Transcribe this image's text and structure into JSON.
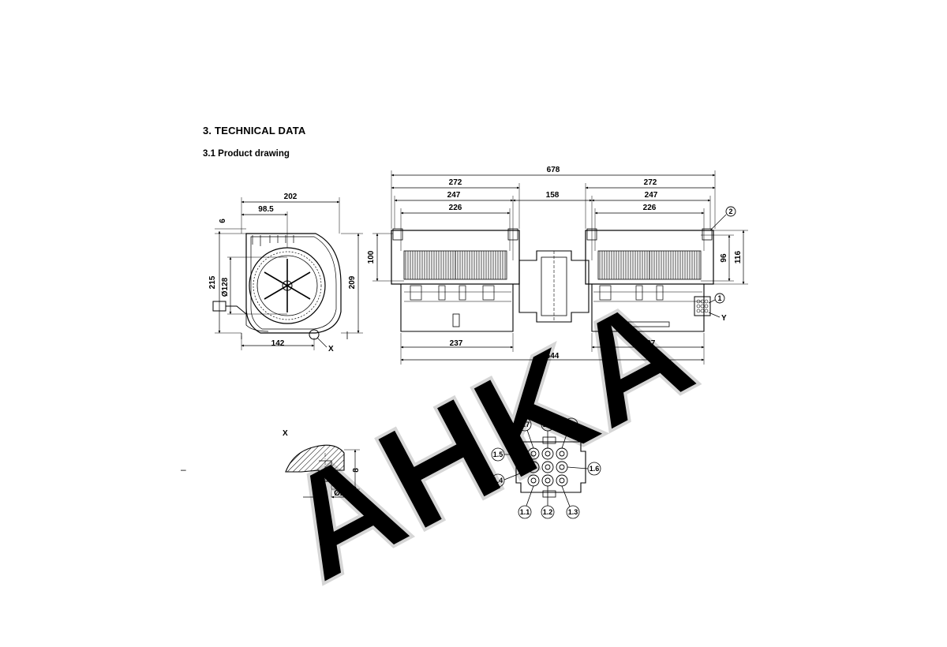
{
  "heading": "3. TECHNICAL DATA",
  "subheading": "3.1 Product drawing",
  "watermark": "AHKA",
  "colors": {
    "line": "#000000",
    "watermark": "#d9d9d9",
    "background": "#ffffff"
  },
  "side_view": {
    "dims": {
      "width_total": "202",
      "offset": "98.5",
      "top_gap": "6",
      "height_left": "215",
      "diameter": "Ø128",
      "height_right": "209",
      "bottom_width": "142"
    },
    "detail_marker": "X"
  },
  "front_view": {
    "dims": {
      "overall": "678",
      "left_outer": "272",
      "right_outer": "272",
      "left_mid": "247",
      "right_mid": "247",
      "center": "158",
      "left_inner": "226",
      "right_inner": "226",
      "left_height": "100",
      "right_height_inner": "96",
      "right_height_outer": "116",
      "bottom_left": "237",
      "bottom_right": "237",
      "bottom_total": "644"
    },
    "callout_1": "1",
    "callout_2": "2",
    "detail_marker": "Y"
  },
  "detail_x": {
    "label": "X",
    "height": "8",
    "diameter": "Ø2.3",
    "dash": "–"
  },
  "detail_y": {
    "label": "Y",
    "pins": [
      "1.7",
      "1.8",
      "1.9",
      "1.5",
      "1.6",
      "1.4",
      "1.1",
      "1.2",
      "1.3"
    ]
  }
}
